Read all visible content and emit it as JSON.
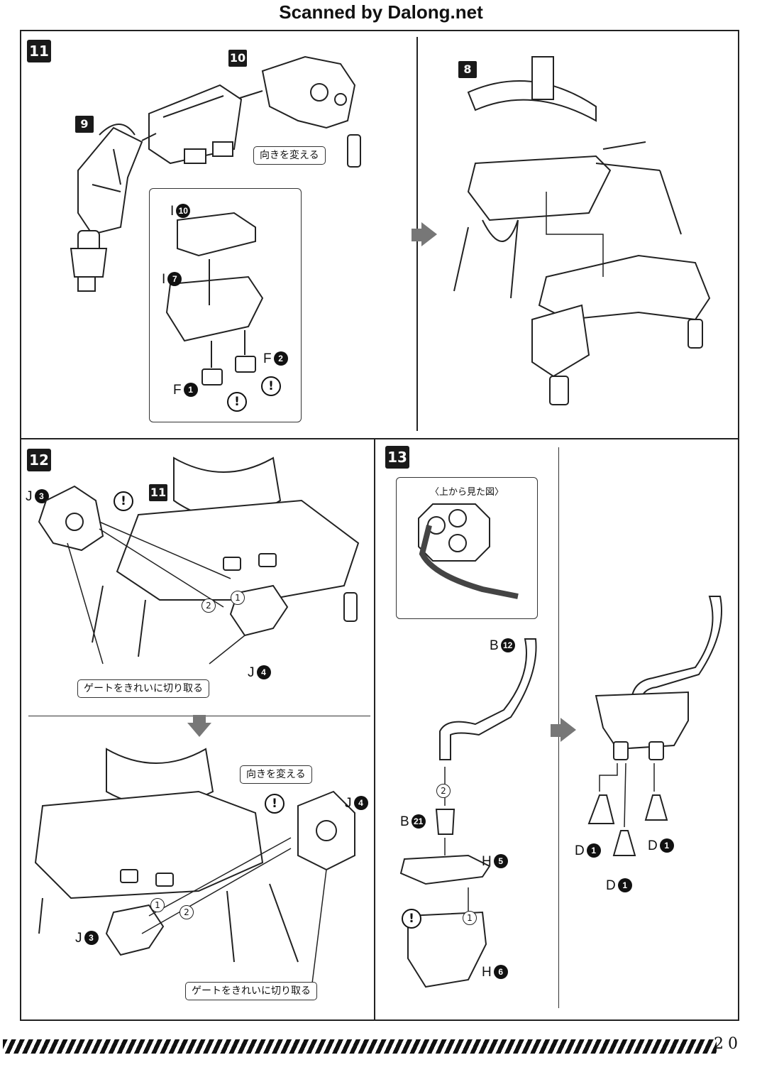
{
  "header": {
    "title": "Scanned by Dalong.net"
  },
  "steps": {
    "s11": {
      "number": "11",
      "sub_a": "9",
      "sub_b": "10",
      "sub_c": "8",
      "callout": "向きを変える",
      "parts": {
        "i10": "I",
        "i10_n": "10",
        "i7": "I",
        "i7_n": "7",
        "f1": "F",
        "f1_n": "1",
        "f2": "F",
        "f2_n": "2"
      },
      "warn": "!"
    },
    "s12": {
      "number": "12",
      "sub": "11",
      "callout_gate_top": "ゲートをきれいに切り取る",
      "callout_turn": "向きを変える",
      "callout_gate_bottom": "ゲートをきれいに切り取る",
      "parts": {
        "j3": "J",
        "j3_n": "3",
        "j4": "J",
        "j4_n": "4"
      },
      "order": {
        "one": "1",
        "two": "2"
      },
      "warn": "!"
    },
    "s13": {
      "number": "13",
      "topview": "〈上から見た図〉",
      "parts": {
        "b12": "B",
        "b12_n": "12",
        "b21": "B",
        "b21_n": "21",
        "h5": "H",
        "h5_n": "5",
        "h6": "H",
        "h6_n": "6",
        "d1": "D",
        "d1_n": "1"
      },
      "order": {
        "one": "1",
        "two": "2"
      },
      "warn": "!"
    }
  },
  "footer": {
    "page_number": "20"
  }
}
